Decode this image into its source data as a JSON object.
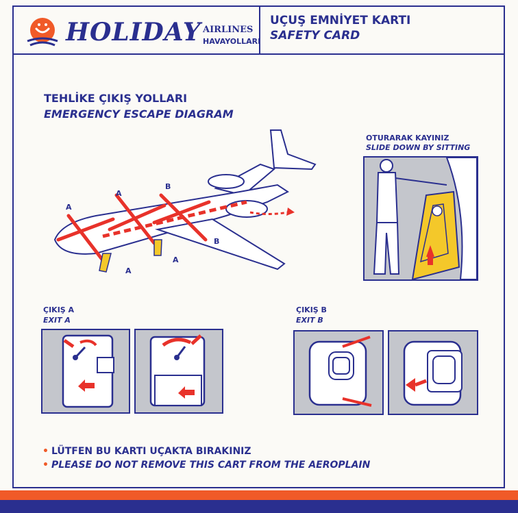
{
  "header": {
    "brand": "HOLIDAY",
    "airlines": "AIRLINES",
    "havayollari": "HAVAYOLLARI",
    "title_tr": "UÇUŞ EMNİYET KARTI",
    "title_en": "SAFETY CARD"
  },
  "diagram": {
    "title_tr": "TEHLİKE ÇIKIŞ YOLLARI",
    "title_en": "EMERGENCY ESCAPE DIAGRAM",
    "labels": [
      "A",
      "A",
      "B",
      "A",
      "A",
      "B"
    ]
  },
  "slide": {
    "title_tr": "OTURARAK KAYINIZ",
    "title_en": "SLIDE DOWN BY SITTING"
  },
  "exit_a": {
    "title_tr": "ÇIKIŞ A",
    "title_en": "EXIT A"
  },
  "exit_b": {
    "title_tr": "ÇIKIŞ B",
    "title_en": "EXIT B"
  },
  "notices": [
    "LÜTFEN BU KARTI UÇAKTA BIRAKINIZ",
    "PLEASE DO NOT REMOVE THIS CART FROM THE AEROPLAIN"
  ],
  "colors": {
    "blue": "#2a2f8f",
    "orange": "#f05a28",
    "red": "#e8322a",
    "yellow": "#f4c82a",
    "panel_gray": "#c4c6cc"
  }
}
